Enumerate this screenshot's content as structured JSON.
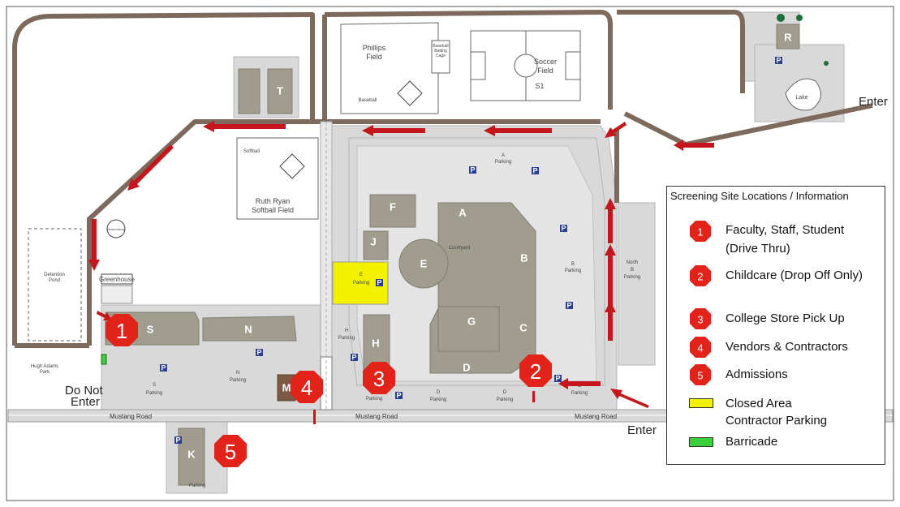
{
  "roads": {
    "mustang_left": "Mustang Road",
    "mustang_mid": "Mustang Road",
    "mustang_right": "Mustang Road"
  },
  "entrances": {
    "enter_right_top": "Enter",
    "enter_bottom": "Enter",
    "do_not_enter_1": "Do Not",
    "do_not_enter_2": "Enter"
  },
  "areas": {
    "phillips_field_1": "Phillips",
    "phillips_field_2": "Field",
    "baseball": "Baseball",
    "batting_cage_1": "Baseball",
    "batting_cage_2": "Batting",
    "batting_cage_3": "Cage",
    "soccer_field_1": "Soccer",
    "soccer_field_2": "Field",
    "soccer_s1": "S1",
    "softball": "Softball",
    "ruth_ryan_1": "Ruth Ryan",
    "ruth_ryan_2": "Softball Field",
    "detention_pond_1": "Detention",
    "detention_pond_2": "Pond",
    "hugh_adams_1": "Hugh Adams",
    "hugh_adams_2": "Park",
    "greenhouse": "Greenhouse",
    "courtyard": "Courtyard",
    "lake": "Lake",
    "observatory": "Observatory"
  },
  "parking": {
    "a_1": "A",
    "a_2": "Parking",
    "b_1": "B",
    "b_2": "Parking",
    "north_b_1": "North",
    "north_b_2": "B",
    "north_b_3": "Parking",
    "c_1": "C",
    "c_2": "Parking",
    "d1_1": "D",
    "d1_2": "Parking",
    "d2_1": "D",
    "d2_2": "Parking",
    "e_1": "E",
    "e_2": "Parking",
    "h_1": "H",
    "h_2": "Parking",
    "n_1": "N",
    "n_2": "Parking",
    "s_1": "S",
    "s_2": "Parking",
    "k": "Parking",
    "side": "Parking",
    "p": "P"
  },
  "buildings": {
    "A": "A",
    "B": "B",
    "C": "C",
    "D": "D",
    "E": "E",
    "F": "F",
    "G": "G",
    "H": "H",
    "J": "J",
    "K": "K",
    "M": "M",
    "N": "N",
    "R": "R",
    "S": "S",
    "T": "T"
  },
  "markers": {
    "m1": "1",
    "m2": "2",
    "m3": "3",
    "m4": "4",
    "m5": "5"
  },
  "legend": {
    "title": "Screening Site Locations / Information",
    "items": [
      {
        "num": "1",
        "line1": "Faculty, Staff, Student",
        "line2": "(Drive Thru)"
      },
      {
        "num": "2",
        "line1": "Childcare (Drop Off Only)",
        "line2": ""
      },
      {
        "num": "3",
        "line1": "College Store Pick Up",
        "line2": ""
      },
      {
        "num": "4",
        "line1": "Vendors & Contractors",
        "line2": ""
      },
      {
        "num": "5",
        "line1": "Admissions",
        "line2": ""
      }
    ],
    "closed_1": "Closed Area",
    "closed_2": "Contractor Parking",
    "barricade": "Barricade"
  },
  "colors": {
    "road_brown": "#7d6a5c",
    "lot_gray": "#d9d9d9",
    "building_tan": "#a09d8f",
    "marker_red": "#e2231a",
    "arrow_red": "#c4161c",
    "closed_yellow": "#f2f200",
    "barricade_green": "#3ccf3c",
    "parking_blue": "#2a3f8f",
    "building_m": "#7d5a45"
  },
  "icons": {
    "marker": "red-hexagon-icon",
    "parking": "parking-sign-icon"
  }
}
